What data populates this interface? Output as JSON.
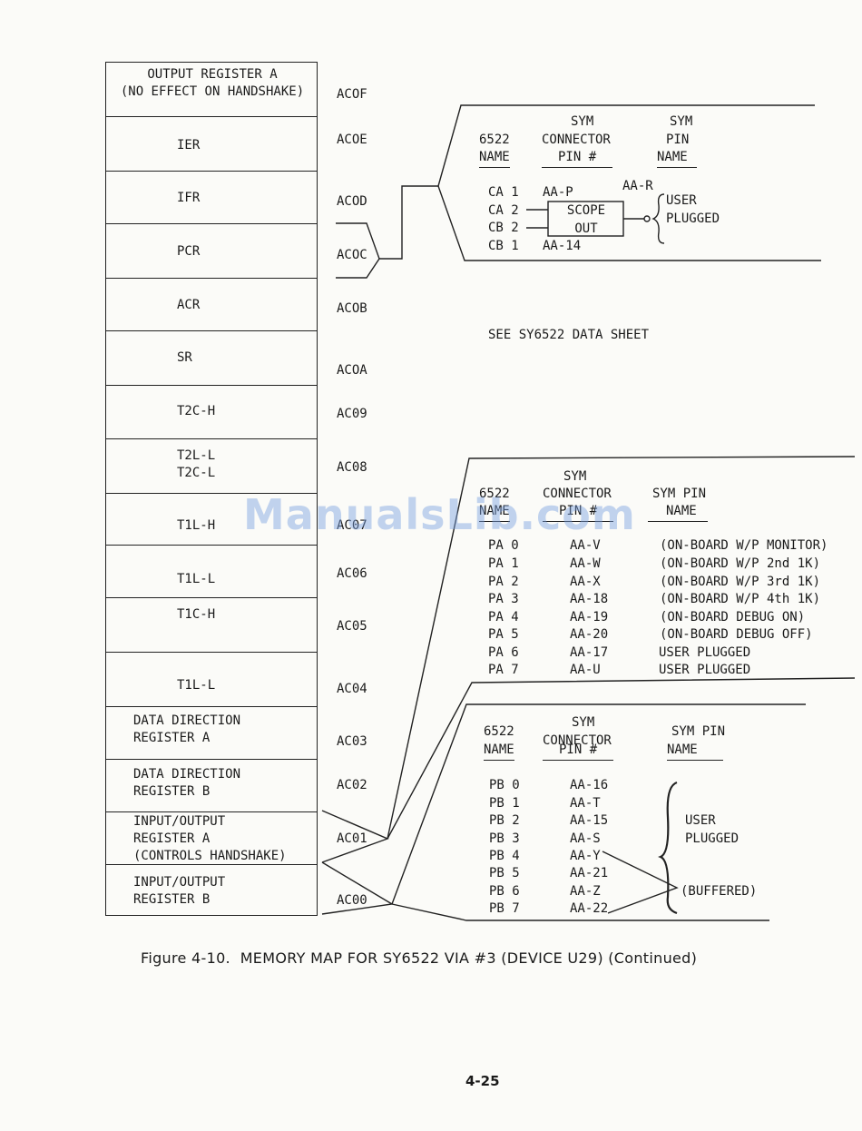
{
  "registers": [
    {
      "name": "OUTPUT REGISTER A\n(NO EFFECT ON HANDSHAKE)",
      "addr": "ACOF"
    },
    {
      "name": "IER",
      "addr": "ACOE"
    },
    {
      "name": "IFR",
      "addr": "ACOD"
    },
    {
      "name": "PCR",
      "addr": "ACOC"
    },
    {
      "name": "ACR",
      "addr": "ACOB"
    },
    {
      "name": "SR",
      "addr": "ACOA"
    },
    {
      "name": "T2C-H",
      "addr": "AC09"
    },
    {
      "name": "T2L-L\nT2C-L",
      "addr": "AC08"
    },
    {
      "name": "T1L-H",
      "addr": "AC07"
    },
    {
      "name": "T1L-L",
      "addr": "AC06"
    },
    {
      "name": "T1C-H",
      "addr": "AC05"
    },
    {
      "name": "T1L-L",
      "addr": "AC04"
    },
    {
      "name": "DATA DIRECTION\nREGISTER A",
      "addr": "AC03"
    },
    {
      "name": "DATA DIRECTION\nREGISTER B",
      "addr": "AC02"
    },
    {
      "name": "INPUT/OUTPUT\nREGISTER A\n(CONTROLS HANDSHAKE)",
      "addr": "AC01"
    },
    {
      "name": "INPUT/OUTPUT\nREGISTER B",
      "addr": "AC00"
    }
  ],
  "pcr_table": {
    "h_sym1": "SYM",
    "h_6522": "6522",
    "h_conn": "CONNECTOR",
    "h_name": "NAME",
    "h_pin": "PIN #",
    "h_sym2": "SYM",
    "h_pin2": "PIN",
    "h_name2": "NAME",
    "rows": [
      {
        "pin": "CA 1",
        "conn": "AA-P"
      },
      {
        "pin": "CA 2",
        "conn": ""
      },
      {
        "pin": "CB 2",
        "conn": ""
      },
      {
        "pin": "CB 1",
        "conn": "AA-14"
      }
    ],
    "aa_r": "AA-R",
    "scope_out": "SCOPE\nOUT",
    "user_plugged": "USER\nPLUGGED"
  },
  "see_note": "SEE SY6522 DATA SHEET",
  "port_a_table": {
    "h_sym": "SYM",
    "h_6522": "6522",
    "h_conn": "CONNECTOR",
    "h_sympin": "SYM PIN",
    "h_name": "NAME",
    "h_pin": "PIN #",
    "h_name2": "NAME",
    "rows": [
      {
        "pin": "PA 0",
        "conn": "AA-V",
        "desc": "(ON-BOARD W/P MONITOR)"
      },
      {
        "pin": "PA 1",
        "conn": "AA-W",
        "desc": "(ON-BOARD W/P 2nd 1K)"
      },
      {
        "pin": "PA 2",
        "conn": "AA-X",
        "desc": "(ON-BOARD W/P 3rd 1K)"
      },
      {
        "pin": "PA 3",
        "conn": "AA-18",
        "desc": "(ON-BOARD W/P 4th 1K)"
      },
      {
        "pin": "PA 4",
        "conn": "AA-19",
        "desc": "(ON-BOARD DEBUG ON)"
      },
      {
        "pin": "PA 5",
        "conn": "AA-20",
        "desc": "(ON-BOARD DEBUG OFF)"
      },
      {
        "pin": "PA 6",
        "conn": "AA-17",
        "desc": "USER PLUGGED"
      },
      {
        "pin": "PA 7",
        "conn": "AA-U",
        "desc": "USER PLUGGED"
      }
    ]
  },
  "port_b_table": {
    "h_sym": "SYM",
    "h_6522": "6522",
    "h_conn": "CONNECTOR",
    "h_sympin": "SYM PIN",
    "h_name": "NAME",
    "h_pin": "PIN #",
    "h_name2": "NAME",
    "rows": [
      {
        "pin": "PB 0",
        "conn": "AA-16"
      },
      {
        "pin": "PB 1",
        "conn": "AA-T"
      },
      {
        "pin": "PB 2",
        "conn": "AA-15"
      },
      {
        "pin": "PB 3",
        "conn": "AA-S"
      },
      {
        "pin": "PB 4",
        "conn": "AA-Y"
      },
      {
        "pin": "PB 5",
        "conn": "AA-21"
      },
      {
        "pin": "PB 6",
        "conn": "AA-Z"
      },
      {
        "pin": "PB 7",
        "conn": "AA-22"
      }
    ],
    "user_plugged": "USER\nPLUGGED",
    "buffered": "(BUFFERED)"
  },
  "caption": "Figure 4-10.  MEMORY MAP FOR SY6522 VIA #3 (DEVICE U29) (Continued)",
  "page_number": "4-25",
  "watermark": "ManualsLib.com"
}
